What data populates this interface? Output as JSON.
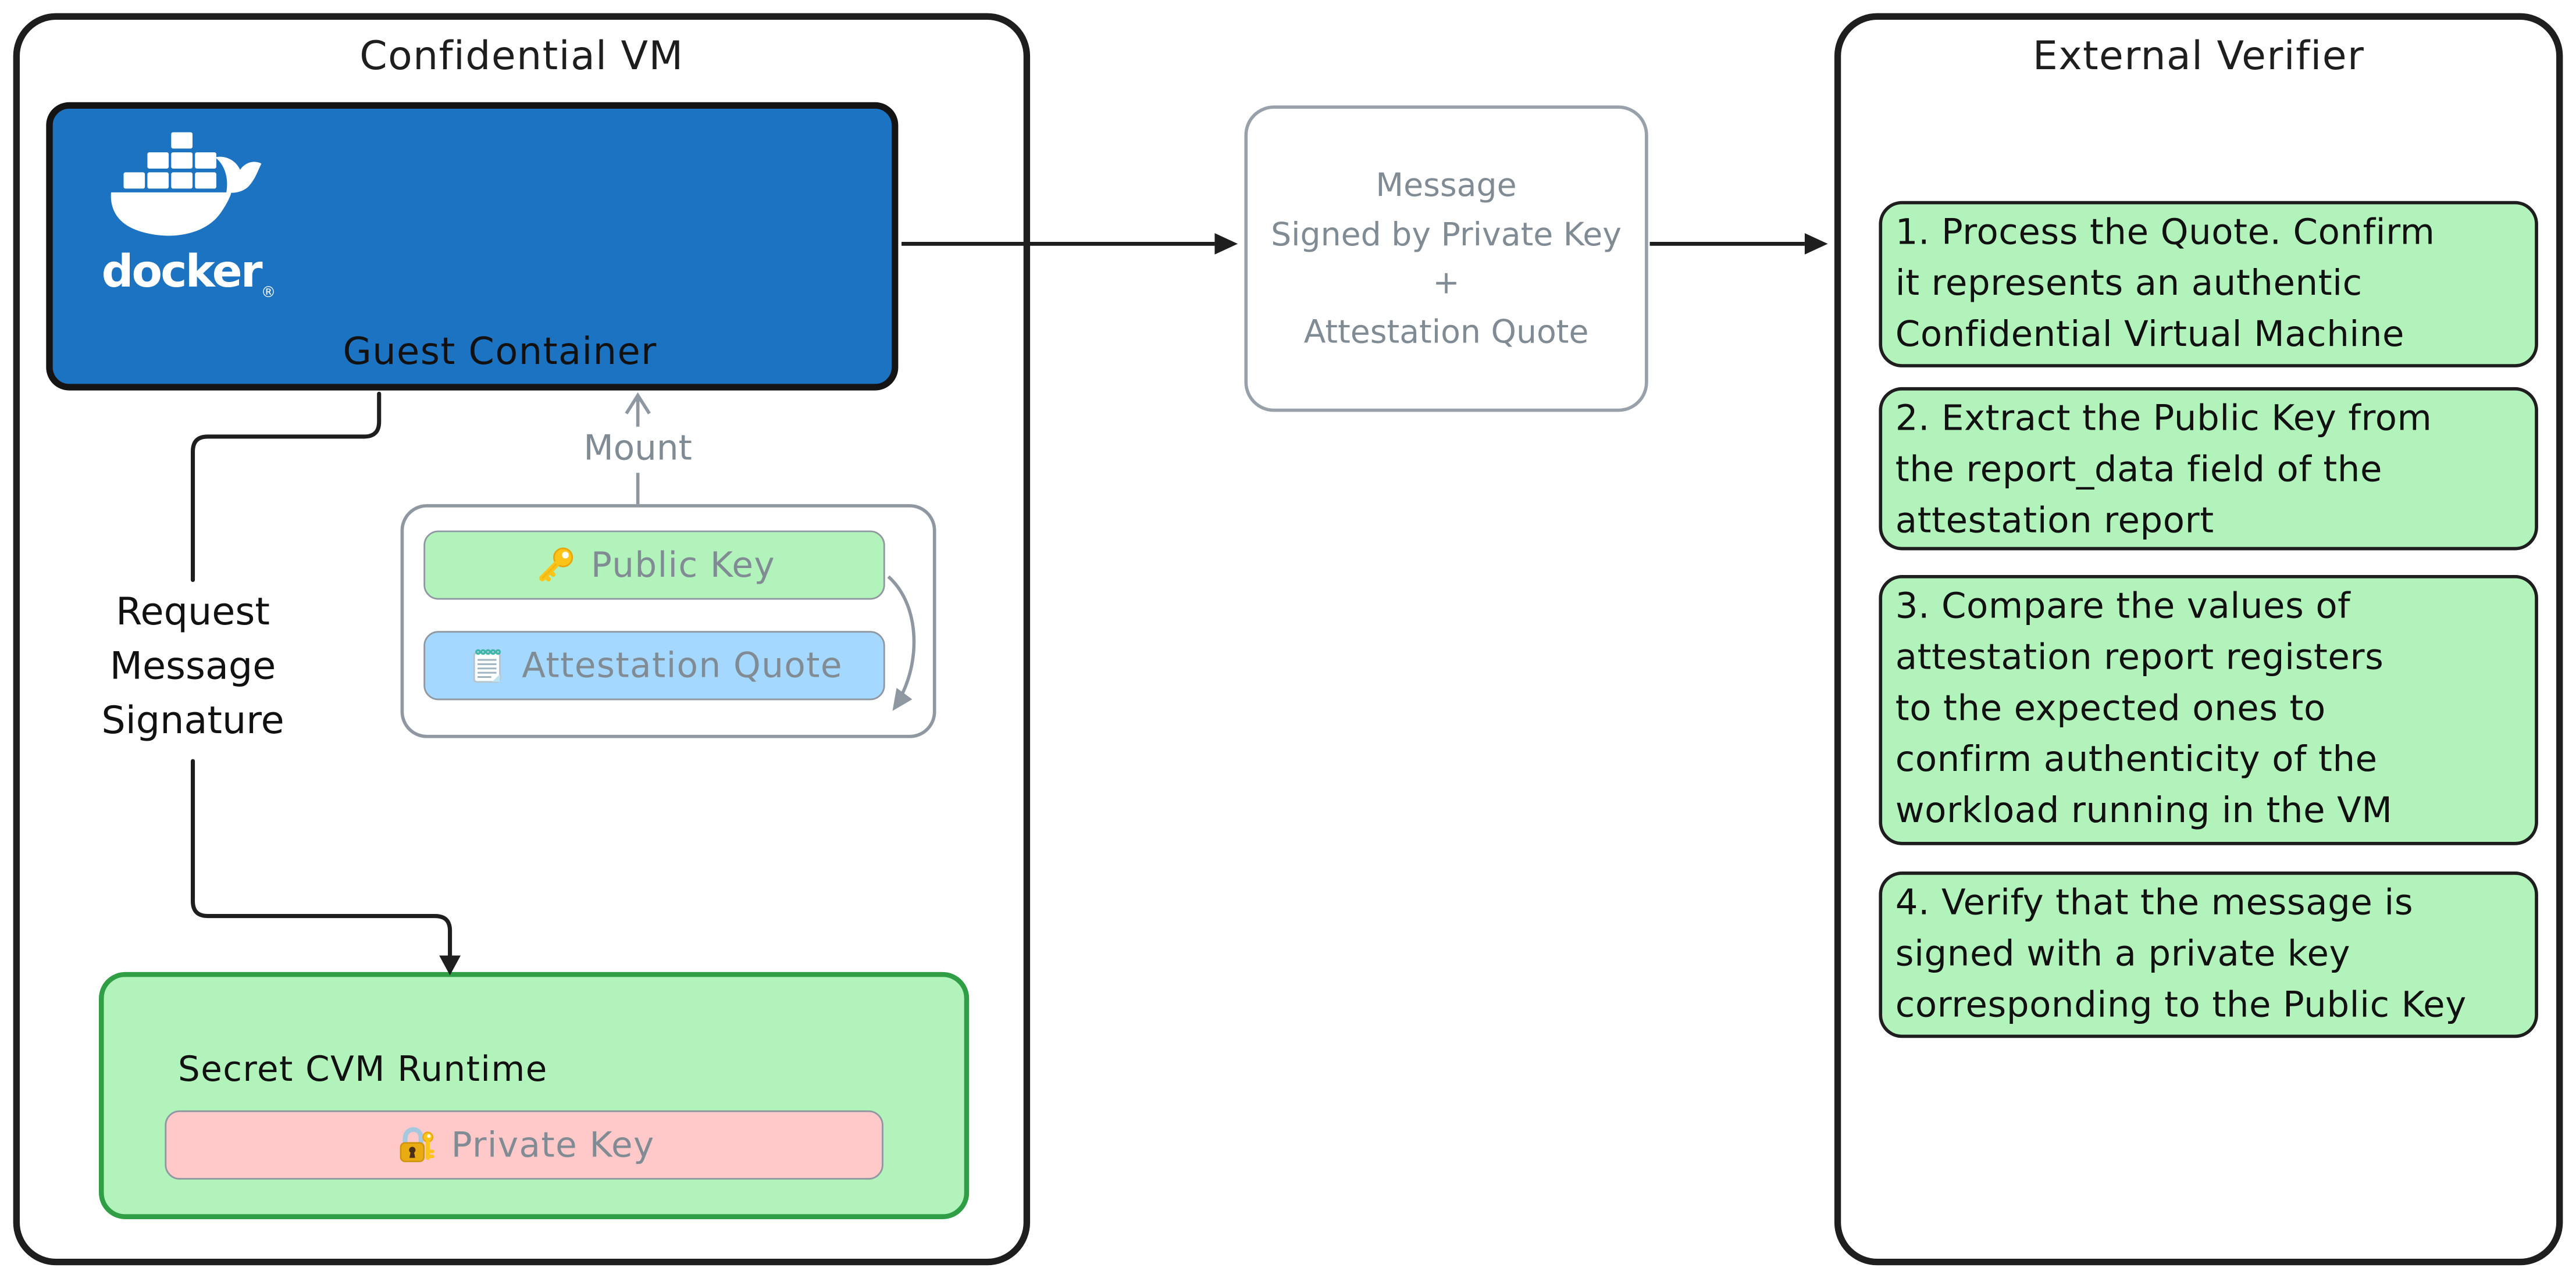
{
  "diagram": {
    "confidential_vm": {
      "title": "Confidential VM",
      "guest_container": {
        "label": "Guest Container",
        "docker_wordmark": "docker",
        "docker_trademark": "®"
      },
      "mount_label": "Mount",
      "mounted_volume": {
        "public_key_label": "Public Key",
        "attestation_quote_label": "Attestation Quote"
      },
      "request_label": "Request\nMessage\nSignature",
      "secret_cvm_runtime": {
        "title": "Secret CVM Runtime",
        "private_key_label": "Private Key"
      }
    },
    "message_box": {
      "text": "Message\nSigned by Private Key\n+\nAttestation Quote"
    },
    "external_verifier": {
      "title": "External Verifier",
      "steps": [
        {
          "text": "1. Process the Quote. Confirm\nit represents an authentic\nConfidential Virtual Machine"
        },
        {
          "text": "2. Extract the Public Key from\nthe report_data field of the\nattestation report"
        },
        {
          "text": "3. Compare the values of\nattestation report registers\nto the expected ones to\nconfirm authenticity of the\nworkload running in the VM"
        },
        {
          "text": "4. Verify that the message is\nsigned with a private key\ncorresponding to the Public Key"
        }
      ]
    },
    "icons": {
      "key_icon": "gold key",
      "notepad_icon": "spiral notepad",
      "lock_icon": "closed lock with key",
      "docker_whale_icon": "docker whale with containers"
    },
    "colors": {
      "docker_blue": "#1c73c2",
      "light_green_fill": "#b2f2bb",
      "green_border": "#2f9e44",
      "light_blue_fill": "#a5d8ff",
      "pink_fill": "#ffc9c9",
      "gray_text": "#818b94",
      "outline_black": "#1e1e1e"
    }
  }
}
